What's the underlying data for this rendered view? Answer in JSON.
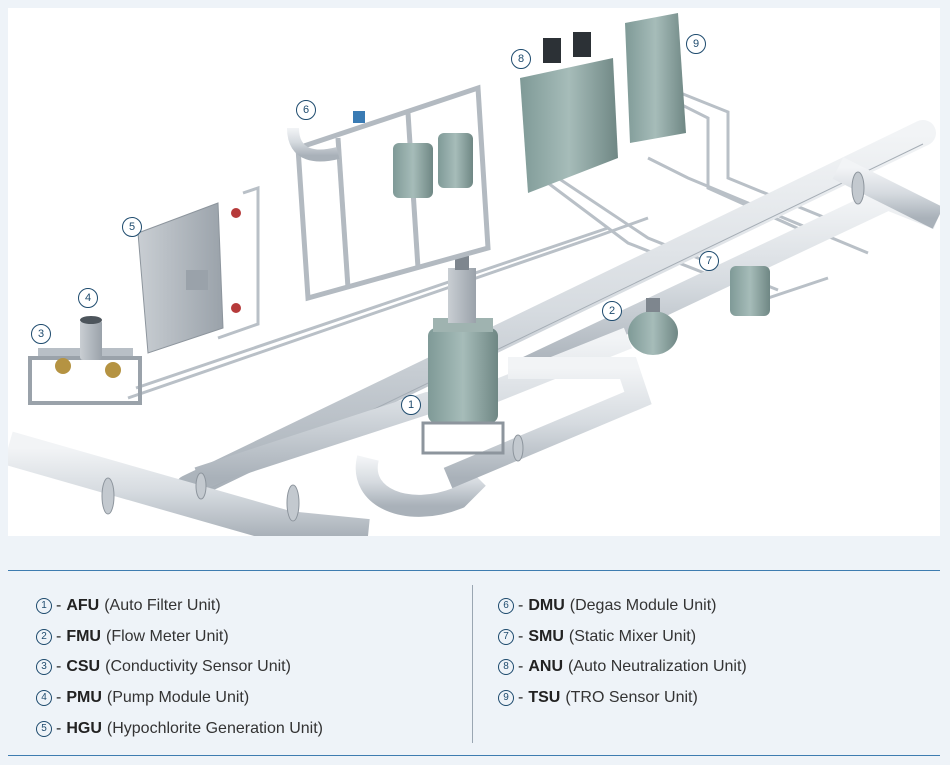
{
  "callouts": [
    "1",
    "2",
    "3",
    "4",
    "5",
    "6",
    "7",
    "8",
    "9"
  ],
  "legend": {
    "left": [
      {
        "num": "1",
        "code": "AFU",
        "desc": "(Auto Filter Unit)"
      },
      {
        "num": "2",
        "code": "FMU",
        "desc": "(Flow Meter Unit)"
      },
      {
        "num": "3",
        "code": "CSU",
        "desc": "(Conductivity Sensor Unit)"
      },
      {
        "num": "4",
        "code": "PMU",
        "desc": "(Pump Module Unit)"
      },
      {
        "num": "5",
        "code": "HGU",
        "desc": "(Hypochlorite Generation Unit)"
      }
    ],
    "right": [
      {
        "num": "6",
        "code": "DMU",
        "desc": "(Degas Module Unit)"
      },
      {
        "num": "7",
        "code": "SMU",
        "desc": "(Static Mixer Unit)"
      },
      {
        "num": "8",
        "code": "ANU",
        "desc": "(Auto Neutralization Unit)"
      },
      {
        "num": "9",
        "code": "TSU",
        "desc": "(TRO Sensor Unit)"
      }
    ],
    "dash": "-"
  },
  "colors": {
    "accent": "#3d7cb0",
    "unit_teal": "#8fa8a4",
    "pipe": "#d8dde2"
  }
}
